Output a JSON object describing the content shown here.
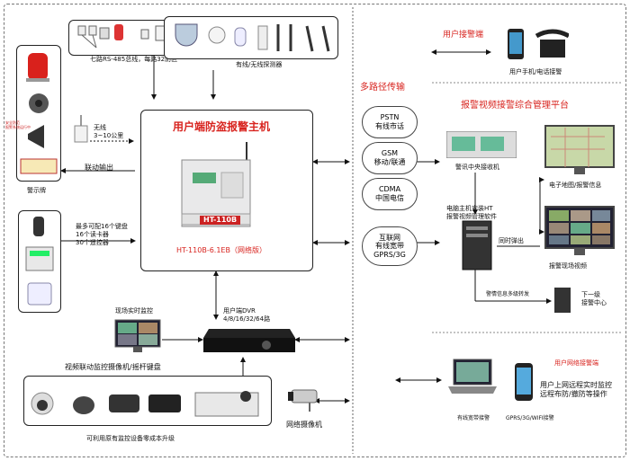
{
  "host": {
    "title": "用户端防盗报警主机",
    "model": "HT-110B-6.1EB（网络版）",
    "brand": "HT-110B"
  },
  "labels": {
    "bus": "七路RS-485总线，每路32防区",
    "detectors": "有线/无线探测器",
    "wireless": "无线",
    "wireless_range": "3~10公里",
    "linkage": "联动输出",
    "sign": "警示牌",
    "keyboard": "最多可配16个键盘",
    "reader": "16个读卡器",
    "remote": "30个遥控器",
    "user_alarm": "用户接警端",
    "phone": "用户手机/电话接警",
    "multipath": "多路径传输",
    "platform": "报警视频接警综合管理平台",
    "receiver": "警讯中央接收机",
    "software1": "电脑主机安装HT",
    "software2": "报警视频管理软件",
    "sync": "同时弹出",
    "map": "电子地图/报警信息",
    "scene": "报警现场视频",
    "forward": "警情信息多级转发",
    "lower1": "下一级",
    "lower2": "接警中心",
    "realtime": "现场实时监控",
    "dvr1": "用户端DVR",
    "dvr2": "4/8/16/32/64路",
    "camera_kb": "视频联动监控摄像机/摇杆键盘",
    "upgrade": "可利用原有监控设备零成本升级",
    "net_camera": "网络摄像机",
    "net_alarm": "用户网络接警端",
    "remote1": "用户上网远程实时监控",
    "remote2": "远程布防/撤防等操作",
    "laptop": "有线宽带接警",
    "mobile": "GPRS/3G/WIFI接警",
    "sign_text1": "安全防范",
    "sign_text2": "报警系统运行中"
  },
  "clouds": [
    {
      "l1": "PSTN",
      "l2": "有线市话"
    },
    {
      "l1": "GSM",
      "l2": "移动/联通"
    },
    {
      "l1": "CDMA",
      "l2": "中国电信"
    },
    {
      "l1": "互联网",
      "l2": "有线宽带",
      "l3": "GPRS/3G"
    }
  ]
}
